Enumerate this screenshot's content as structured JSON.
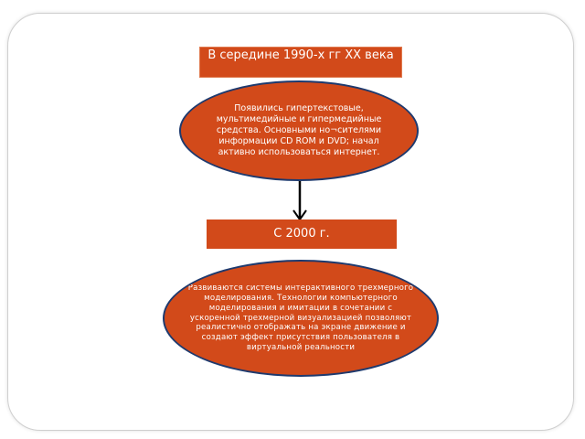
{
  "diagram": {
    "top_heading": "В середине 1990-х гг XX века",
    "top_description": "Появились гипертекстовые, мультимедийные и гипермедийные средства. Основными но¬сителями информации CD ROM и DVD; начал активно использоваться интернет.",
    "bottom_heading": "С 2000 г.",
    "bottom_description": "Развиваются системы интерактивного трехмерного моделирования. Технологии компьютерного моделирования и имитации в сочетании с ускоренной трехмерной визуализацией позволяют реалистично отображать на экране движение и создают эффект присутствия пользователя в виртуальной реальности"
  },
  "colors": {
    "box_fill": "#d24a1a",
    "ellipse_border": "#1e3a6e",
    "text": "#ffffff",
    "arrow": "#000000"
  }
}
